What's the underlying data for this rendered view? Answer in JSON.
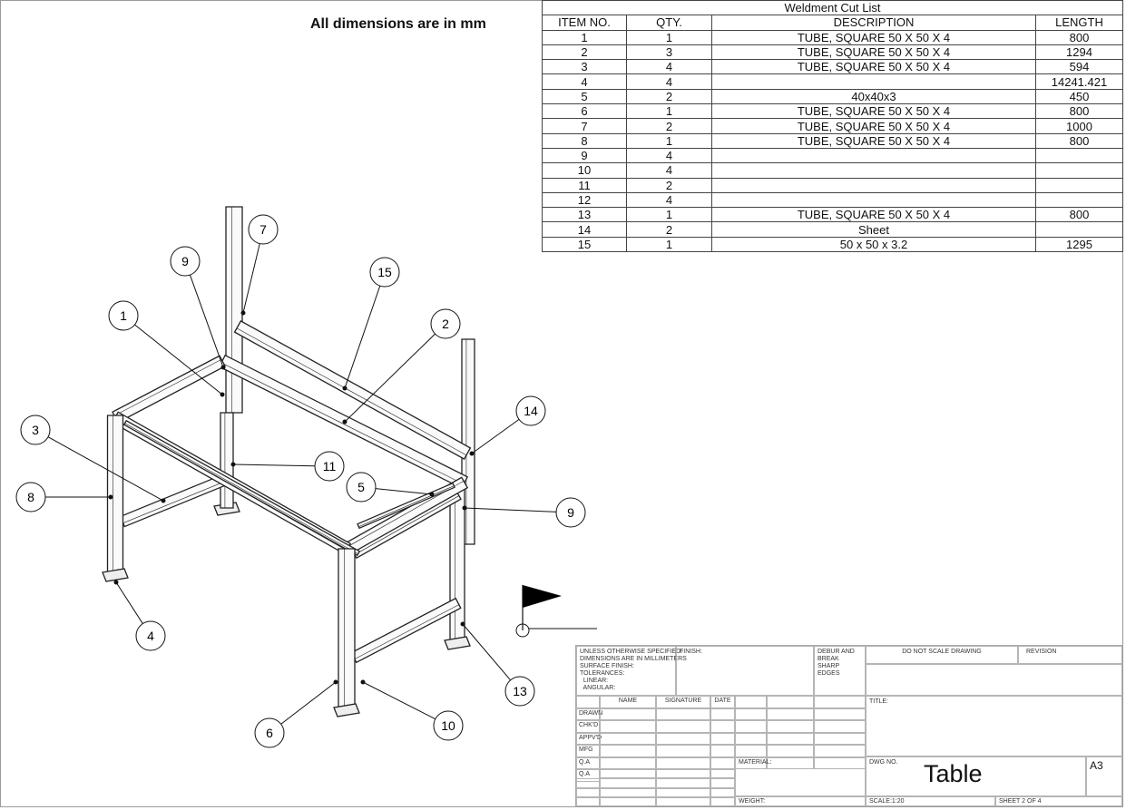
{
  "note": "All dimensions are in mm",
  "cut_list": {
    "title": "Weldment Cut List",
    "headers": [
      "ITEM NO.",
      "QTY.",
      "DESCRIPTION",
      "LENGTH"
    ],
    "rows": [
      [
        "1",
        "1",
        "TUBE, SQUARE 50 X 50 X 4",
        "800"
      ],
      [
        "2",
        "3",
        "TUBE, SQUARE 50 X 50 X 4",
        "1294"
      ],
      [
        "3",
        "4",
        "TUBE, SQUARE 50 X 50 X 4",
        "594"
      ],
      [
        "4",
        "4",
        "",
        "14241.421"
      ],
      [
        "5",
        "2",
        "40x40x3",
        "450"
      ],
      [
        "6",
        "1",
        "TUBE, SQUARE 50 X 50 X 4",
        "800"
      ],
      [
        "7",
        "2",
        "TUBE, SQUARE 50 X 50 X 4",
        "1000"
      ],
      [
        "8",
        "1",
        "TUBE, SQUARE 50 X 50 X 4",
        "800"
      ],
      [
        "9",
        "4",
        "",
        ""
      ],
      [
        "10",
        "4",
        "",
        ""
      ],
      [
        "11",
        "2",
        "",
        ""
      ],
      [
        "12",
        "4",
        "",
        ""
      ],
      [
        "13",
        "1",
        "TUBE, SQUARE 50 X 50 X 4",
        "800"
      ],
      [
        "14",
        "2",
        "Sheet",
        ""
      ],
      [
        "15",
        "1",
        "50 x 50 x 3.2",
        "1295"
      ]
    ]
  },
  "balloons": [
    "7",
    "9",
    "15",
    "1",
    "2",
    "3",
    "14",
    "11",
    "5",
    "8",
    "9",
    "4",
    "13",
    "6",
    "10"
  ],
  "title_block": {
    "tolerance_notes": [
      "UNLESS OTHERWISE SPECIFIED:",
      "DIMENSIONS ARE IN MILLIMETERS",
      "SURFACE FINISH:",
      "TOLERANCES:",
      "  LINEAR:",
      "  ANGULAR:"
    ],
    "finish": "FINISH:",
    "debur": [
      "DEBUR AND",
      "BREAK SHARP",
      "EDGES"
    ],
    "do_not_scale": "DO NOT SCALE DRAWING",
    "revision": "REVISION",
    "col_headers": [
      "NAME",
      "SIGNATURE",
      "DATE"
    ],
    "row_labels": [
      "DRAWN",
      "CHK'D",
      "APPV'D",
      "MFG",
      "Q.A"
    ],
    "title_label": "TITLE:",
    "material": "MATERIAL:",
    "weight": "WEIGHT:",
    "dwg_no_label": "DWG NO.",
    "dwg_title": "Table",
    "size": "A3",
    "scale": "SCALE:1:20",
    "sheet": "SHEET 2 OF 4"
  }
}
